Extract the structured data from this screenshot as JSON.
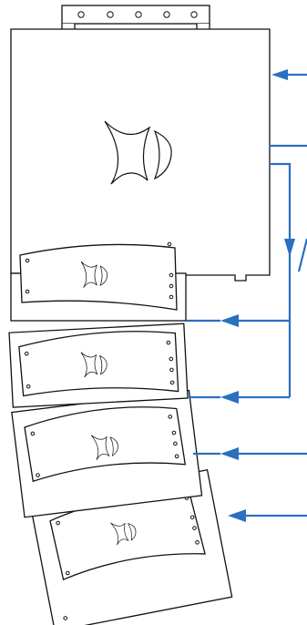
{
  "diagram": {
    "arrow_color": "#2a6fc0",
    "line_color": "#111111",
    "background": "#ffffff",
    "elements": {
      "rigging_frame": "rigging-frame",
      "subwoofer_cabinet": "subwoofer-cabinet",
      "line_array_modules": [
        "module-1",
        "module-2",
        "module-3",
        "module-4"
      ],
      "rigging_arrows": [
        "arrow-subwoofer",
        "arrow-module-1",
        "arrow-module-2",
        "arrow-module-3",
        "arrow-module-4"
      ]
    }
  }
}
